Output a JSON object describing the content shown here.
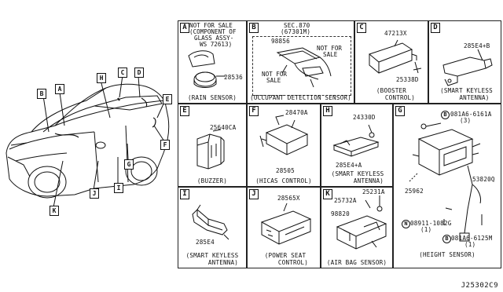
{
  "vehicle_callouts": [
    "A",
    "B",
    "C",
    "D",
    "E",
    "F",
    "G",
    "H",
    "I",
    "J",
    "K"
  ],
  "panels": {
    "A": {
      "letter": "A",
      "notes": [
        "NOT FOR SALE",
        "(COMPONENT OF",
        "GLASS ASSY-",
        "WS 72613)"
      ],
      "part": "28536",
      "caption": "(RAIN SENSOR)"
    },
    "B": {
      "letter": "B",
      "sec": "SEC.870",
      "sec_sub": "(67301M)",
      "part": "98856",
      "not_for_sale_1": "NOT FOR",
      "not_for_sale_1b": "SALE",
      "not_for_sale_2": "NOT FOR",
      "not_for_sale_2b": "SALE",
      "caption": "(OCCUPANT DETECTION SENSOR)"
    },
    "C": {
      "letter": "C",
      "part_top": "47213X",
      "part_bottom": "25338D",
      "caption_1": "(BOOSTER",
      "caption_2": "CONTROL)"
    },
    "D": {
      "letter": "D",
      "part": "285E4+B",
      "caption_1": "(SMART KEYLESS",
      "caption_2": "ANTENNA)"
    },
    "E": {
      "letter": "E",
      "part": "25640CA",
      "caption": "(BUZZER)"
    },
    "F": {
      "letter": "F",
      "part_top": "28470A",
      "part_bottom": "28505",
      "caption": "(HICAS CONTROL)"
    },
    "G": {
      "letter": "G",
      "ref1": "081A6-6161A",
      "ref1_sub": "(3)",
      "ref1_mark": "B",
      "part1": "25962",
      "part2": "53820Q",
      "ref2": "08911-1082G",
      "ref2_sub": "(1)",
      "ref2_mark": "N",
      "ref3": "081A6-6125M",
      "ref3_sub": "(1)",
      "ref3_mark": "B",
      "caption": "(HEIGHT SENSOR)"
    },
    "H": {
      "letter": "H",
      "part_top": "24330D",
      "part_bottom": "285E4+A",
      "caption_1": "(SMART KEYLESS",
      "caption_2": "ANTENNA)"
    },
    "I": {
      "letter": "I",
      "part": "285E4",
      "caption_1": "(SMART KEYLESS",
      "caption_2": "ANTENNA)"
    },
    "J": {
      "letter": "J",
      "part": "28565X",
      "caption_1": "(POWER SEAT",
      "caption_2": "CONTROL)"
    },
    "K": {
      "letter": "K",
      "part1": "25231A",
      "part2": "25732A",
      "part3": "98820",
      "caption": "(AIR BAG SENSOR)"
    }
  },
  "diagram_id": "J25302C9"
}
